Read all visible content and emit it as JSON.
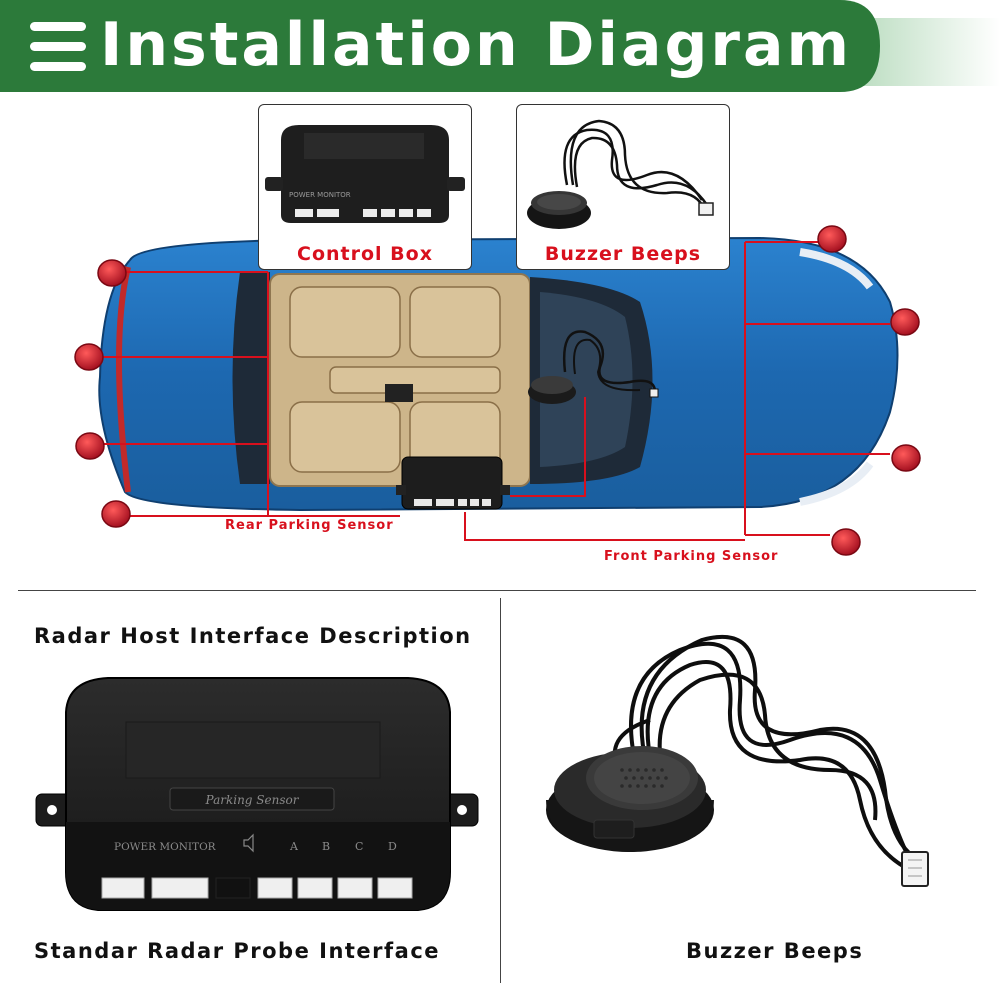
{
  "header": {
    "title": "Installation Diagram",
    "menu_icon": "menu-icon",
    "colors": {
      "banner": "#2c7a3a",
      "fade": "#cfe7d3"
    }
  },
  "diagram": {
    "control_box_label": "Control Box",
    "buzzer_label": "Buzzer Beeps",
    "rear_sensor_label": "Rear Parking Sensor",
    "front_sensor_label": "Front Parking Sensor",
    "box_print": "POWER MONITOR",
    "colors": {
      "car": "#1f6fb8",
      "sensor": "#c8102e",
      "wire": "#d8101d",
      "interior": "#cdb58a"
    }
  },
  "bottom": {
    "host_title": "Radar Host Interface Description",
    "probe_title": "Standar Radar Probe Interface",
    "buzzer_title": "Buzzer Beeps",
    "box_label_plate": "Parking Sensor",
    "box_print": "POWER MONITOR",
    "port_labels": [
      "A",
      "B",
      "C",
      "D"
    ]
  }
}
